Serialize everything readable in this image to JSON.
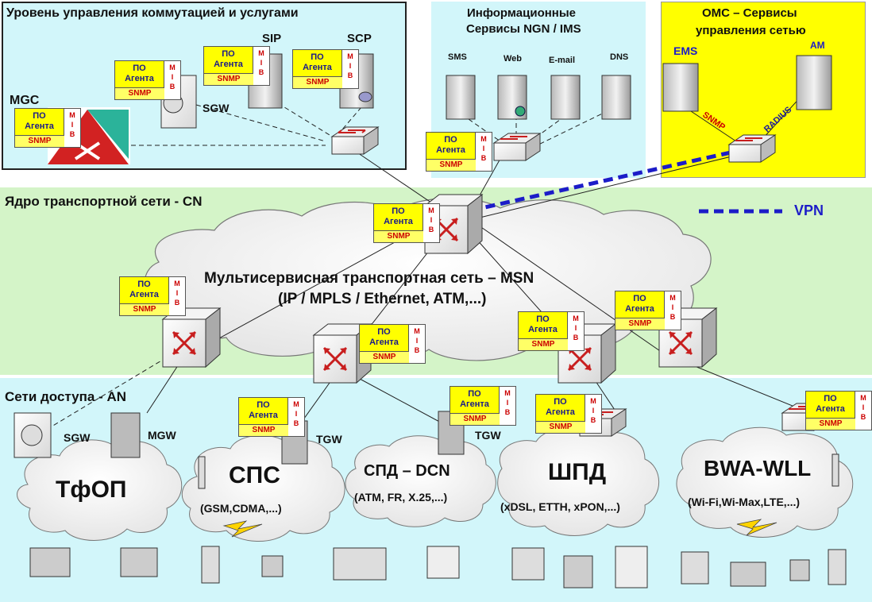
{
  "regions": {
    "control_title": "Уровень управления коммутацией и услугами",
    "info_title_1": "Информационные",
    "info_title_2": "Сервисы NGN / IMS",
    "oms_title_1": "ОМС – Сервисы",
    "oms_title_2": "управления сетью",
    "core_title": "Ядро транспортной сети - CN",
    "access_title": "Сети доступа - AN"
  },
  "agent": {
    "po": "ПО",
    "agent": "Агента",
    "snmp": "SNMP",
    "m": "M",
    "i": "I",
    "b": "B"
  },
  "nodes": {
    "mgc": "MGC",
    "sip": "SIP",
    "scp": "SCP",
    "sgw_top": "SGW",
    "sms": "SMS",
    "web": "Web",
    "email": "E-mail",
    "dns": "DNS",
    "ems": "EMS",
    "am": "AM",
    "sgw_access": "SGW",
    "mgw": "MGW",
    "tgw1": "TGW",
    "tgw2": "TGW"
  },
  "links": {
    "snmp": "SNMP",
    "radius": "RADIUS"
  },
  "legend": {
    "vpn": "VPN"
  },
  "msn": {
    "line1": "Мультисервисная транспортная сеть – MSN",
    "line2": "(IP / MPLS / Ethernet, ATM,...)"
  },
  "clouds": {
    "tfop": "ТфОП",
    "sps": "СПС",
    "sps_sub": "(GSM,CDMA,...)",
    "spd": "СПД – DCN",
    "spd_sub": "(ATM, FR, X.25,...)",
    "shpd": "ШПД",
    "shpd_sub": "(xDSL, ETTH, xPON,...)",
    "bwa": "BWA-WLL",
    "bwa_sub": "(Wi-Fi,Wi-Max,LTE,...)"
  },
  "colors": {
    "control_bg": "#d2f6fa",
    "info_bg": "#d2f6fa",
    "oms_bg": "#ffff00",
    "core_bg": "#d4f4c8",
    "access_bg": "#d2f6fa",
    "vpn": "#1c1cc8"
  }
}
